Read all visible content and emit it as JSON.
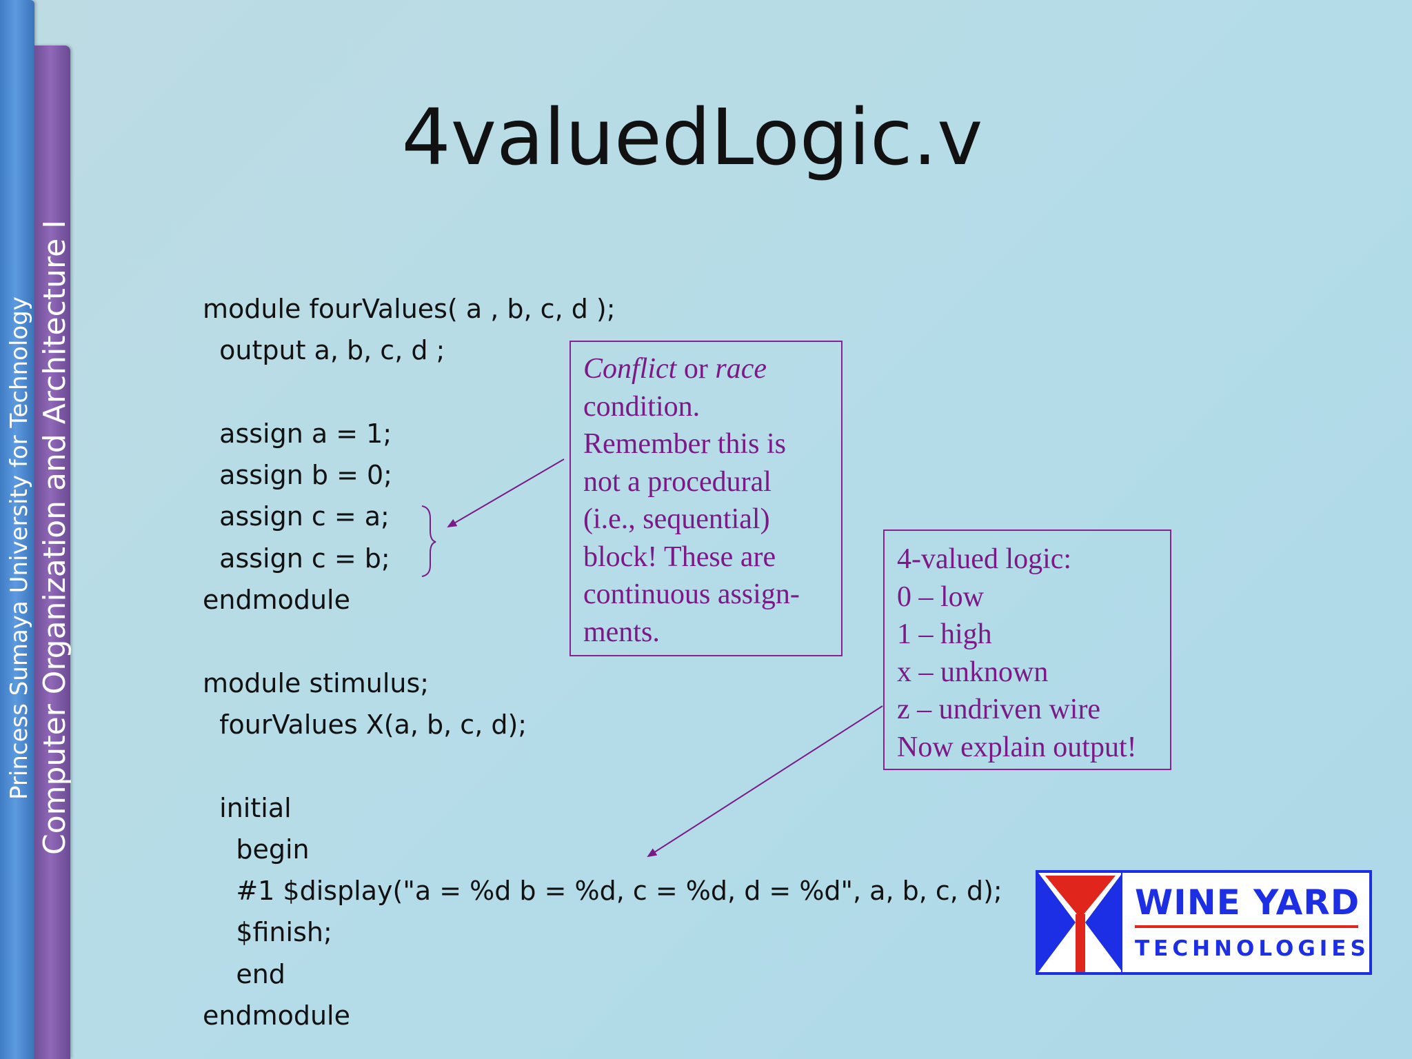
{
  "sidebar": {
    "line1": "Princess Sumaya University for Technology",
    "line2": "Computer Organization and Architecture I"
  },
  "title": "4valuedLogic.v",
  "code": {
    "lines": [
      "module fourValues( a , b, c, d );",
      "  output a, b, c, d ;",
      "",
      "  assign a = 1;",
      "  assign b = 0;",
      "  assign c = a;",
      "  assign c = b;",
      "endmodule",
      "",
      "module stimulus;",
      "  fourValues X(a, b, c, d);",
      "",
      "  initial",
      "    begin",
      "    #1 $display(\"a = %d b = %d, c = %d, d = %d\", a, b, c, d);",
      "    $finish;",
      "    end",
      "endmodule"
    ]
  },
  "note_race": {
    "italic1": "Conflict",
    "or": " or ",
    "italic2": "race",
    "lines": [
      "condition.",
      "Remember this is",
      "not a procedural",
      "(i.e., sequential)",
      "block! These are",
      "continuous assign-",
      "ments."
    ]
  },
  "note_logic": {
    "lines": [
      "4-valued logic:",
      "0 – low",
      "1 – high",
      "x – unknown",
      "z – undriven wire",
      "Now explain output!"
    ]
  },
  "logo": {
    "name": "WINE YARD",
    "sub": "TECHNOLOGIES"
  },
  "colors": {
    "annotation": "#7b1a86",
    "logo_blue": "#1d2fe4",
    "logo_red": "#e0261c"
  }
}
